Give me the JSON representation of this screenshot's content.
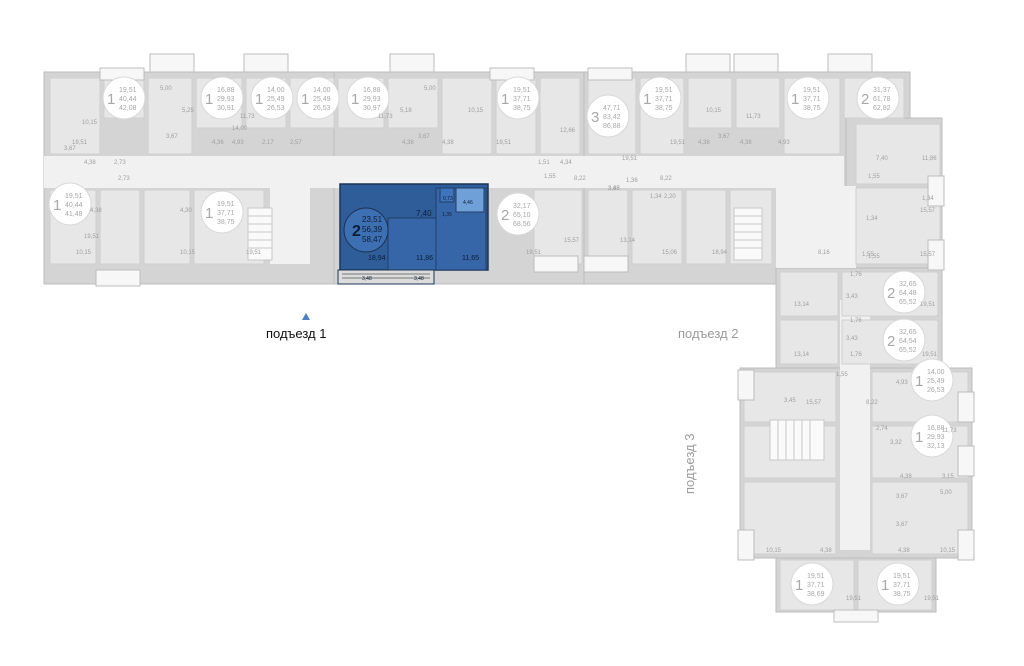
{
  "entrances": [
    {
      "label": "подъезд 1",
      "color": "#111111"
    },
    {
      "label": "подъезд 2",
      "color": "#9a9a9a"
    },
    {
      "label": "подъезд 3",
      "color": "#9a9a9a"
    }
  ],
  "selected_apartment": {
    "rooms": "2",
    "living_area": "23,51",
    "area": "56,39",
    "total_area": "58,47",
    "room_areas": [
      "7,40",
      "18,94",
      "11,86",
      "11,65",
      "1,35",
      "0,73",
      "4,46"
    ],
    "balcony_areas": [
      "3,48",
      "3,48"
    ],
    "color": "#2f5d9a"
  },
  "apartments": [
    {
      "rooms": "1",
      "a": "19,51",
      "b": "40,44",
      "c": "42,08"
    },
    {
      "rooms": "1",
      "a": "16,88",
      "b": "29,93",
      "c": "30,91"
    },
    {
      "rooms": "1",
      "a": "14,00",
      "b": "25,49",
      "c": "26,53"
    },
    {
      "rooms": "1",
      "a": "14,00",
      "b": "25,49",
      "c": "26,53"
    },
    {
      "rooms": "1",
      "a": "16,88",
      "b": "29,93",
      "c": "30,97"
    },
    {
      "rooms": "1",
      "a": "19,51",
      "b": "37,71",
      "c": "38,75"
    },
    {
      "rooms": "3",
      "a": "47,71",
      "b": "83,42",
      "c": "86,88"
    },
    {
      "rooms": "1",
      "a": "19,51",
      "b": "37,71",
      "c": "38,75"
    },
    {
      "rooms": "1",
      "a": "19,51",
      "b": "37,71",
      "c": "38,75"
    },
    {
      "rooms": "2",
      "a": "31,37",
      "b": "61,78",
      "c": "62,82"
    },
    {
      "rooms": "1",
      "a": "19,51",
      "b": "40,44",
      "c": "41,48"
    },
    {
      "rooms": "1",
      "a": "19,51",
      "b": "37,71",
      "c": "38,75"
    },
    {
      "rooms": "2",
      "a": "32,17",
      "b": "65,10",
      "c": "68,56"
    },
    {
      "rooms": "2",
      "a": "32,65",
      "b": "64,48",
      "c": "65,52"
    },
    {
      "rooms": "2",
      "a": "32,65",
      "b": "64,54",
      "c": "65,52"
    },
    {
      "rooms": "1",
      "a": "14,00",
      "b": "25,49",
      "c": "26,53"
    },
    {
      "rooms": "1",
      "a": "16,88",
      "b": "29,93",
      "c": "32,13"
    },
    {
      "rooms": "1",
      "a": "19,51",
      "b": "37,71",
      "c": "38,69"
    },
    {
      "rooms": "1",
      "a": "19,51",
      "b": "37,71",
      "c": "38,75"
    }
  ],
  "room_labels": [
    "10,15",
    "4,38",
    "2,73",
    "19,51",
    "3,67",
    "5,00",
    "5,25",
    "3,67",
    "14,00",
    "4,93",
    "4,36",
    "2,17",
    "11,73",
    "2,57",
    "4,38",
    "5,18",
    "3,67",
    "5,00",
    "10,15",
    "4,38",
    "19,51",
    "11,73",
    "12,66",
    "1,51",
    "4,34",
    "1,55",
    "8,22",
    "19,51",
    "3,67",
    "1,36",
    "3,45",
    "8,22",
    "2,20",
    "1,34",
    "19,51",
    "10,15",
    "4,38",
    "3,67",
    "11,73",
    "4,38",
    "4,93",
    "7,40",
    "11,86",
    "1,55",
    "15,57",
    "19,51",
    "4,38",
    "2,73",
    "4,30",
    "10,15",
    "10,15",
    "19,51",
    "15,57",
    "19,51",
    "13,14",
    "15,06",
    "18,94",
    "8,16",
    "1,55",
    "15,57",
    "1,76",
    "3,43",
    "13,14",
    "19,51",
    "1,76",
    "3,43",
    "13,14",
    "1,76",
    "19,51",
    "1,55",
    "15,57",
    "4,93",
    "8,22",
    "2,74",
    "3,32",
    "11,73",
    "4,38",
    "3,15",
    "5,00",
    "3,67",
    "3,67",
    "10,15",
    "4,38",
    "4,38",
    "10,15",
    "19,51",
    "19,51",
    "1,34",
    "1,34",
    "3,45",
    "1,55"
  ]
}
